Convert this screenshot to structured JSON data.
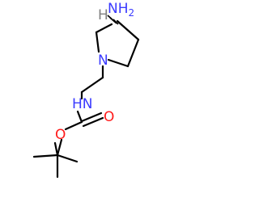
{
  "molecule": {
    "atoms": {
      "amine": {
        "text": "NH",
        "subscript": "2",
        "color": "#3a3aff"
      },
      "chiral_h": {
        "text": "H",
        "color": "#808080"
      },
      "ring_n": {
        "text": "N",
        "color": "#3a3aff"
      },
      "carbamate_nh": {
        "text": "HN",
        "color": "#3a3aff"
      },
      "ester_o": {
        "text": "O",
        "color": "#ff1a1a"
      },
      "carbonyl_o": {
        "text": "O",
        "color": "#ff1a1a"
      }
    },
    "bond_color": "#000000"
  }
}
